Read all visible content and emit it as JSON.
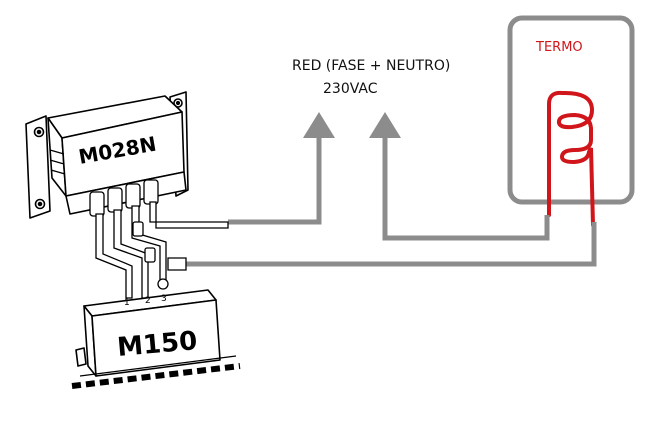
{
  "mains": {
    "line1": "RED (FASE + NEUTRO)",
    "line2": "230VAC"
  },
  "thermostat": {
    "label": "TERMO"
  },
  "modules": {
    "upper": "M028N",
    "lower": "M150"
  },
  "pins": [
    "1",
    "2",
    "3"
  ],
  "colors": {
    "wire": "#8c8c8c",
    "heater_element": "#d0161b",
    "outline": "#000000",
    "thermostat_frame": "#8c8c8c"
  }
}
